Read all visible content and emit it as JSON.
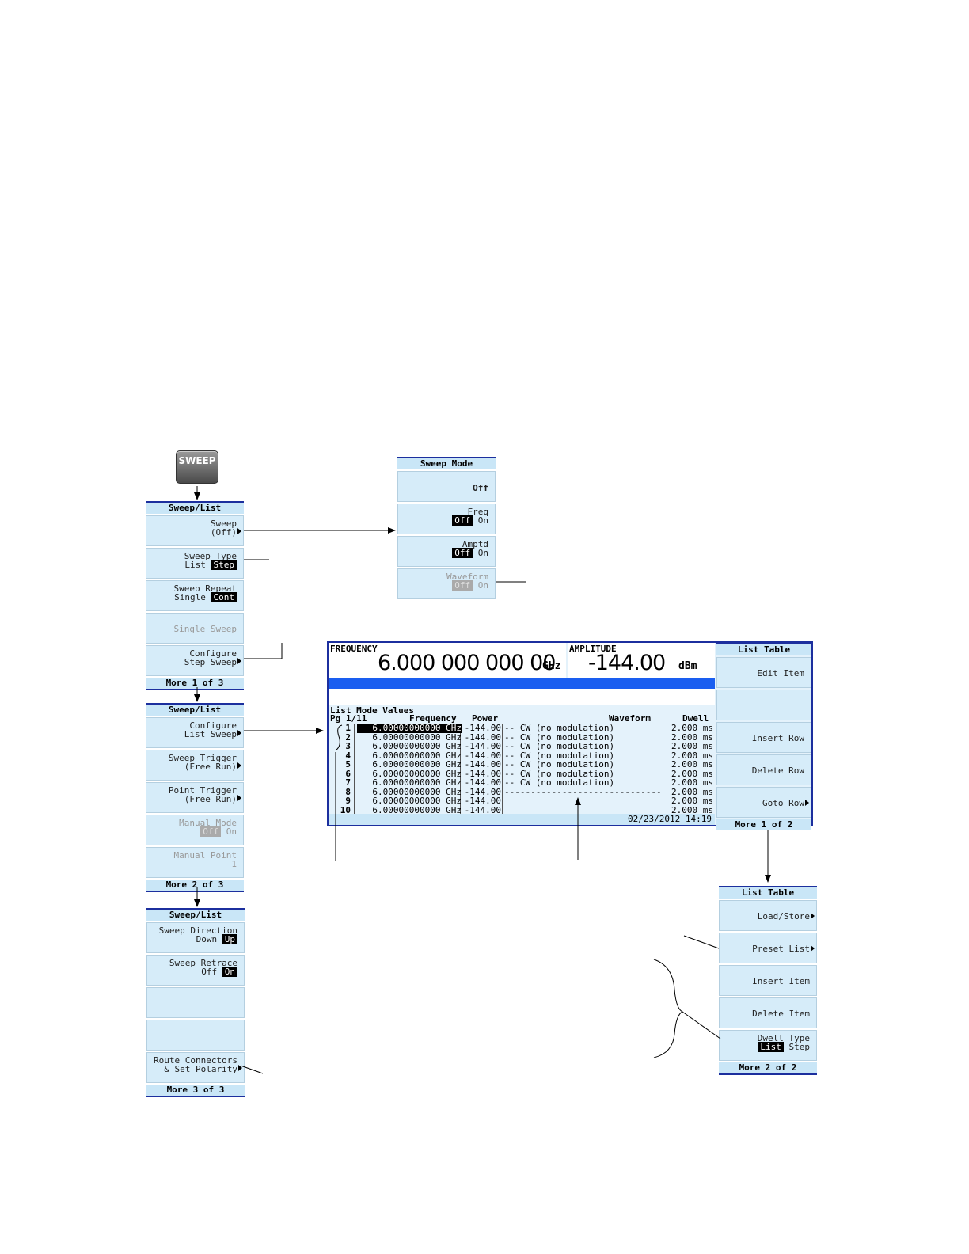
{
  "hardkey": {
    "label": "SWEEP"
  },
  "menu_sweep1": {
    "title": "Sweep/List",
    "keys": [
      {
        "l1": "Sweep",
        "l2": "(Off)"
      },
      {
        "l1": "Sweep Type",
        "l2a": "List",
        "l2b": "Step"
      },
      {
        "l1": "Sweep Repeat",
        "l2a": "Single",
        "l2b": "Cont"
      },
      {
        "l1": "Single Sweep"
      },
      {
        "l1": "Configure",
        "l2": "Step Sweep"
      }
    ],
    "more": "More 1 of 3"
  },
  "menu_sweep2": {
    "title": "Sweep/List",
    "keys": [
      {
        "l1": "Configure",
        "l2": "List Sweep"
      },
      {
        "l1": "Sweep Trigger",
        "l2": "(Free Run)"
      },
      {
        "l1": "Point Trigger",
        "l2": "(Free Run)"
      },
      {
        "l1": "Manual Mode",
        "l2a": "Off",
        "l2b": "On"
      },
      {
        "l1": "Manual Point",
        "l2": "1"
      }
    ],
    "more": "More 2 of 3"
  },
  "menu_sweep3": {
    "title": "Sweep/List",
    "keys": [
      {
        "l1": "Sweep Direction",
        "l2a": "Down",
        "l2b": "Up"
      },
      {
        "l1": "Sweep Retrace",
        "l2a": "Off",
        "l2b": "On"
      },
      {
        "l1": "Route Connectors",
        "l2": "& Set Polarity"
      }
    ],
    "more": "More 3 of 3"
  },
  "menu_mode": {
    "title": "Sweep Mode",
    "keys": [
      {
        "l1": "Off"
      },
      {
        "l1": "Freq",
        "l2a": "Off",
        "l2b": "On"
      },
      {
        "l1": "Amptd",
        "l2a": "Off",
        "l2b": "On"
      },
      {
        "l1": "Waveform",
        "l2a": "Off",
        "l2b": "On"
      }
    ]
  },
  "screen": {
    "freq_label": "FREQUENCY",
    "freq_value": "6.000 000 000 00",
    "freq_unit": "GHz",
    "amp_label": "AMPLITUDE",
    "amp_value": "-144.00",
    "amp_unit": "dBm",
    "table_title": "List Mode Values",
    "page": "Pg 1/11",
    "col_freq": "Frequency",
    "col_power": "Power",
    "col_wave": "Waveform",
    "col_dwell": "Dwell",
    "rows": [
      {
        "i": "1",
        "f": "6.00000000000 GHz",
        "p": "-144.00",
        "w": "-- CW (no modulation)",
        "d": "2.000 ms"
      },
      {
        "i": "2",
        "f": "6.00000000000 GHz",
        "p": "-144.00",
        "w": "-- CW (no modulation)",
        "d": "2.000 ms"
      },
      {
        "i": "3",
        "f": "6.00000000000 GHz",
        "p": "-144.00",
        "w": "-- CW (no modulation)",
        "d": "2.000 ms"
      },
      {
        "i": "4",
        "f": "6.00000000000 GHz",
        "p": "-144.00",
        "w": "-- CW (no modulation)",
        "d": "2.000 ms"
      },
      {
        "i": "5",
        "f": "6.00000000000 GHz",
        "p": "-144.00",
        "w": "-- CW (no modulation)",
        "d": "2.000 ms"
      },
      {
        "i": "6",
        "f": "6.00000000000 GHz",
        "p": "-144.00",
        "w": "-- CW (no modulation)",
        "d": "2.000 ms"
      },
      {
        "i": "7",
        "f": "6.00000000000 GHz",
        "p": "-144.00",
        "w": "-- CW (no modulation)",
        "d": "2.000 ms"
      },
      {
        "i": "8",
        "f": "6.00000000000 GHz",
        "p": "-144.00",
        "w": "------------------------------",
        "d": "2.000 ms"
      },
      {
        "i": "9",
        "f": "6.00000000000 GHz",
        "p": "-144.00",
        "w": "",
        "d": "2.000 ms"
      },
      {
        "i": "10",
        "f": "6.00000000000 GHz",
        "p": "-144.00",
        "w": "",
        "d": "2.000 ms"
      }
    ],
    "timestamp": "02/23/2012 14:19"
  },
  "menu_list1": {
    "title": "List Table",
    "keys": [
      {
        "l1": "Edit Item"
      },
      {
        "l1": ""
      },
      {
        "l1": "Insert Row"
      },
      {
        "l1": "Delete Row"
      },
      {
        "l1": "Goto Row"
      }
    ],
    "more": "More 1 of 2"
  },
  "menu_list2": {
    "title": "List Table",
    "keys": [
      {
        "l1": "Load/Store"
      },
      {
        "l1": "Preset List"
      },
      {
        "l1": "Insert Item"
      },
      {
        "l1": "Delete Item"
      },
      {
        "l1": "Dwell Type",
        "l2a": "List",
        "l2b": "Step"
      }
    ],
    "more": "More 2 of 2"
  }
}
